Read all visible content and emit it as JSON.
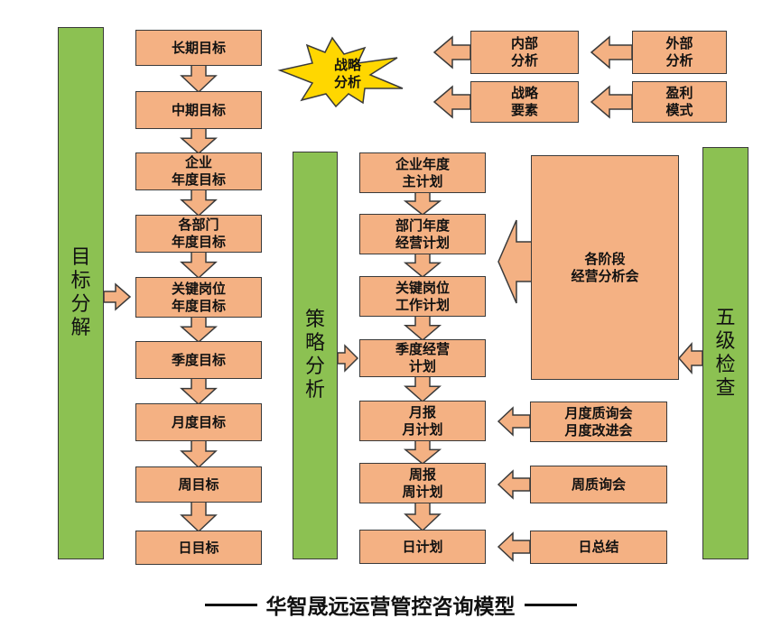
{
  "left_bar": {
    "label": "目\n标\n分\n解"
  },
  "middle_bar": {
    "label": "策\n略\n分\n析"
  },
  "right_bar": {
    "label": "五\n级\n检\n查"
  },
  "col1": [
    "长期目标",
    "中期目标",
    "企业\n年度目标",
    "各部门\n年度目标",
    "关键岗位\n年度目标",
    "季度目标",
    "月度目标",
    "周目标",
    "日目标"
  ],
  "col2": [
    "企业年度\n主计划",
    "部门年度\n经营计划",
    "关键岗位\n工作计划",
    "季度经营\n计划",
    "月报\n月计划",
    "周报\n周计划",
    "日计划"
  ],
  "top_right": {
    "internal": "内部\n分析",
    "external": "外部\n分析",
    "elements": "战略\n要素",
    "profit": "盈利\n模式",
    "burst": "战略\n分析"
  },
  "right_col": {
    "big": "各阶段\n经营分析会",
    "monthly": "月度质询会\n月度改进会",
    "weekly": "周质询会",
    "daily": "日总结"
  },
  "title": "华智晟远运营管控咨询模型",
  "colors": {
    "box_fill": "#F4B183",
    "bar_fill": "#8CC152",
    "burst_fill": "#FFD700",
    "outline": "#3a3a3a"
  }
}
